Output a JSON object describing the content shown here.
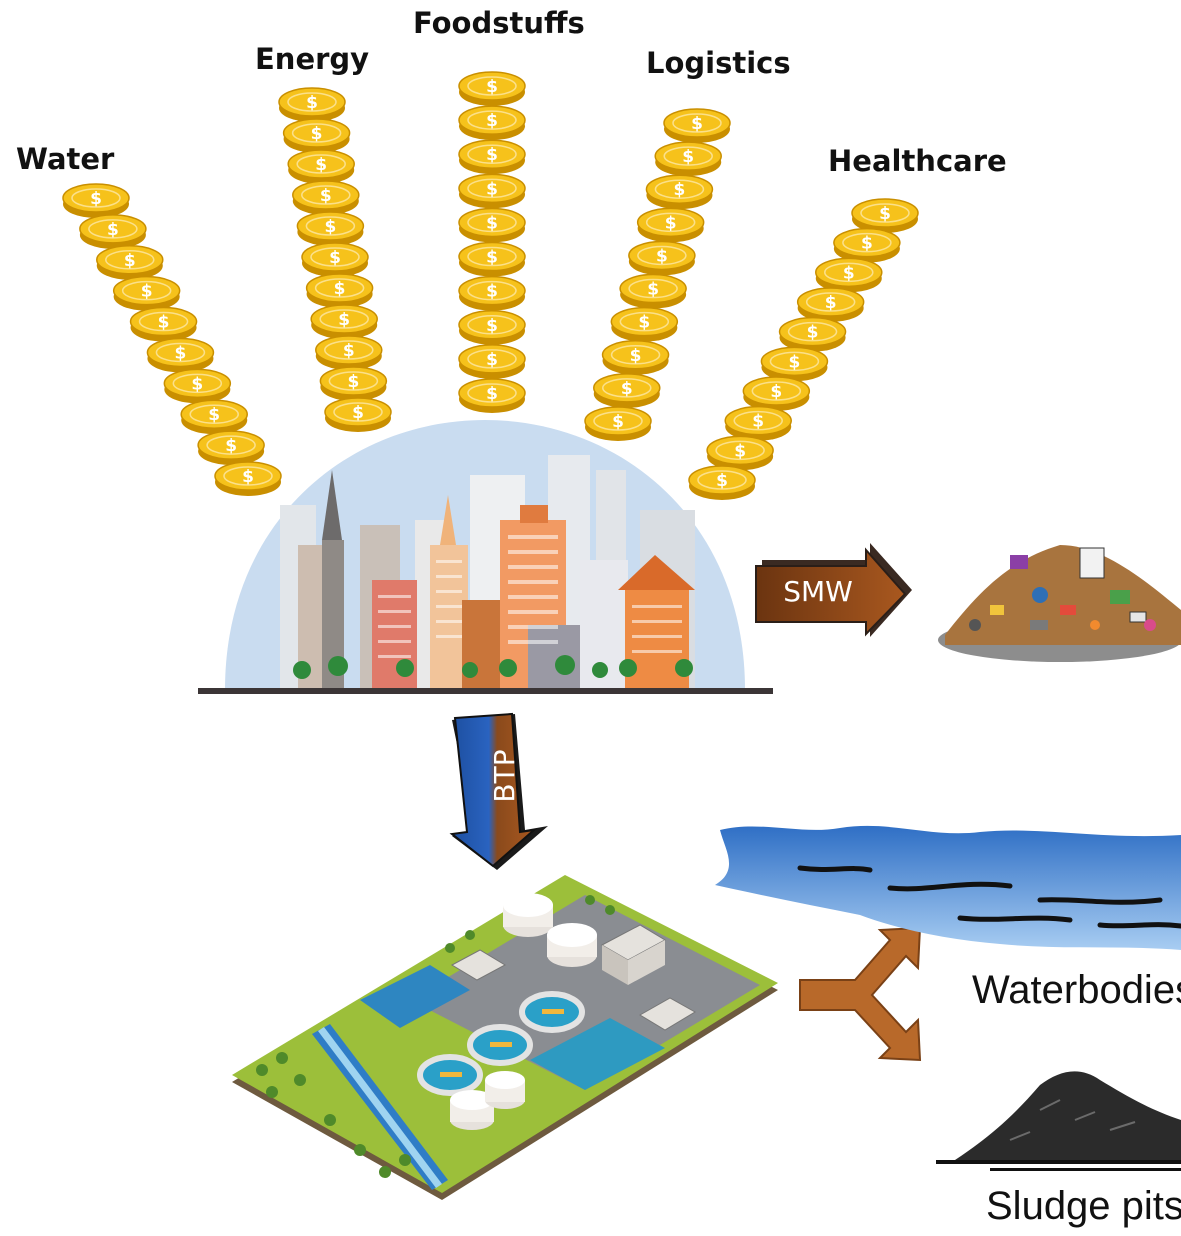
{
  "sectors": [
    {
      "label": "Water",
      "coins": 10
    },
    {
      "label": "Energy",
      "coins": 11
    },
    {
      "label": "Foodstuffs",
      "coins": 10
    },
    {
      "label": "Logistics",
      "coins": 10
    },
    {
      "label": "Healthcare",
      "coins": 10
    }
  ],
  "coin_symbol": "$",
  "flows": {
    "smw": "SMW",
    "btp": "BTP"
  },
  "outputs": {
    "waterbodies": "Waterbodies",
    "sludge": "Sludge pits"
  },
  "colors": {
    "coin_gold": "#f6c21b",
    "coin_edge": "#c98f00",
    "dome": "#c9dcf0",
    "arrow_brown": "#8a4a1c",
    "arrow_blue": "#1f5fb5",
    "water_blue": "#3d86d8",
    "grass": "#9cbf3a"
  }
}
